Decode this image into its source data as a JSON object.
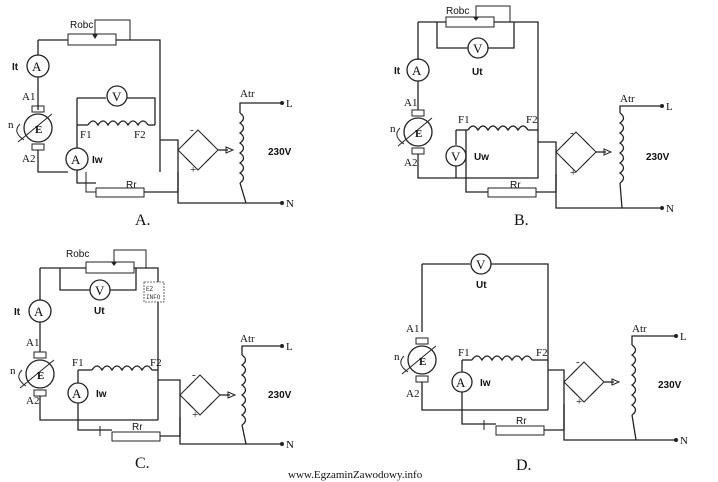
{
  "labels": {
    "robc": "Robc",
    "it": "It",
    "ut": "Ut",
    "iw": "Iw",
    "uw": "Uw",
    "rr": "Rr",
    "atr": "Atr",
    "a1": "A1",
    "a2": "A2",
    "f1": "F1",
    "f2": "F2",
    "e": "E",
    "n": "n",
    "l": "L",
    "neutral": "N",
    "voltage": "230V",
    "ammeter": "A",
    "voltmeter": "V"
  },
  "variants": {
    "a": "A.",
    "b": "B.",
    "c": "C.",
    "d": "D."
  },
  "footer": "www.EgzaminZawodowy.info",
  "stamp": "EZ INFO"
}
